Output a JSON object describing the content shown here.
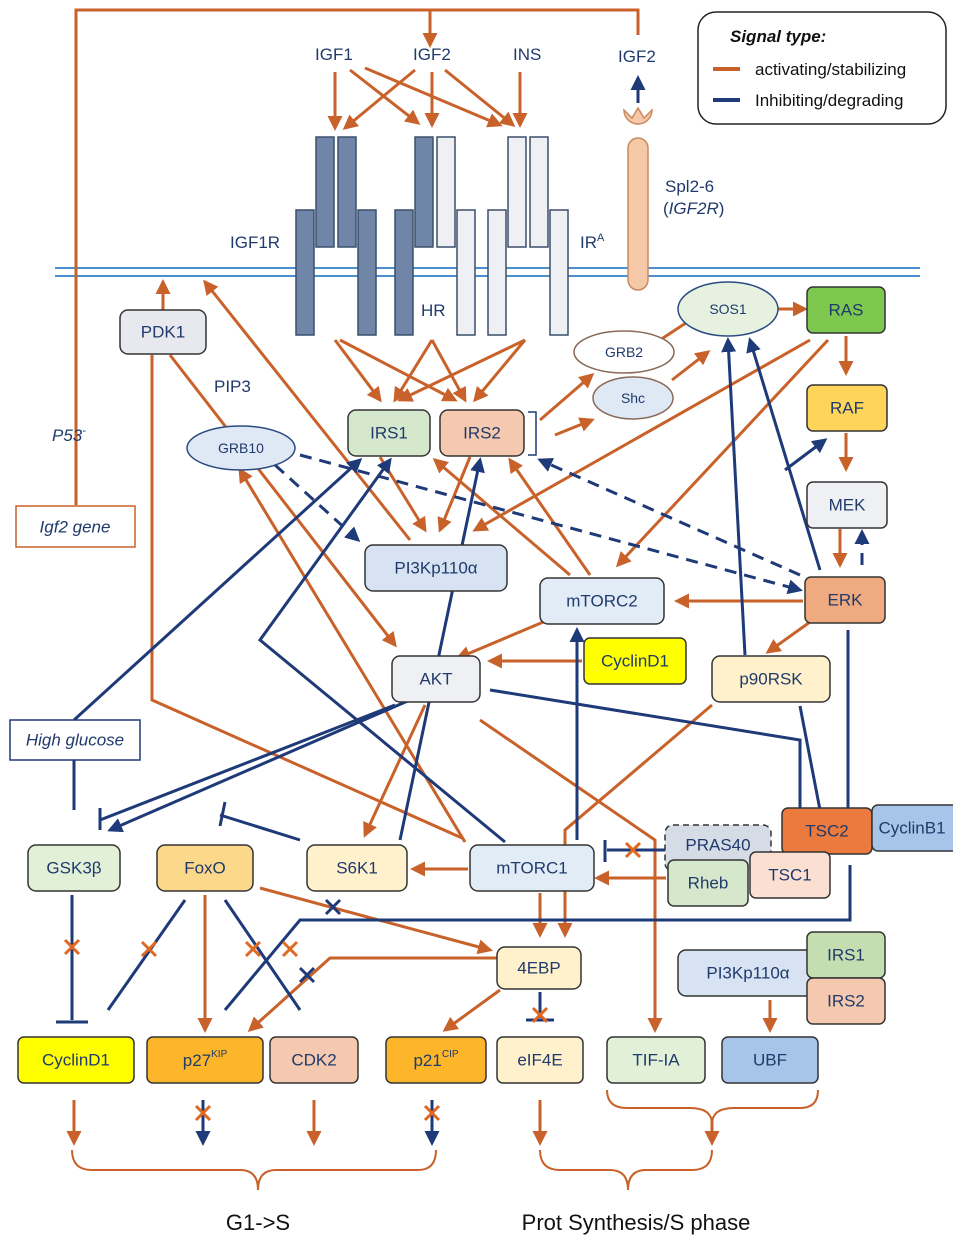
{
  "legend": {
    "title": "Signal type:",
    "activating_label": "activating/stabilizing",
    "inhibiting_label": "Inhibiting/degrading",
    "activating_color": "#c8622a",
    "inhibiting_color": "#1e3a78"
  },
  "ligands": {
    "igf1": "IGF1",
    "igf2": "IGF2",
    "ins": "INS",
    "igf2_free": "IGF2"
  },
  "receptors": {
    "igf1r": "IGF1R",
    "hr": "HR",
    "ir": "IR",
    "ir_sup": "A",
    "spl_line1": "Spl2-6",
    "spl_line2": "IGF2R"
  },
  "labels": {
    "p53": "P53",
    "p53_sup": "-",
    "igf2_gene": "Igf2 gene",
    "pip3": "PIP3",
    "high_glucose": "High glucose"
  },
  "nodes": {
    "pdk1": "PDK1",
    "irs1": "IRS1",
    "irs2": "IRS2",
    "grb10": "GRB10",
    "grb2": "GRB2",
    "shc": "Shc",
    "sos1": "SOS1",
    "ras": "RAS",
    "raf": "RAF",
    "mek": "MEK",
    "erk": "ERK",
    "pi3k": "PI3Kp110α",
    "mtorc2": "mTORC2",
    "cyclind1_mid": "CyclinD1",
    "akt": "AKT",
    "p90rsk": "p90RSK",
    "tsc2": "TSC2",
    "cyclinb1": "CyclinB1",
    "pras40": "PRAS40",
    "rheb": "Rheb",
    "tsc1": "TSC1",
    "gsk3b": "GSK3β",
    "foxo": "FoxO",
    "s6k1": "S6K1",
    "mtorc1": "mTORC1",
    "ebp4": "4EBP",
    "pi3k_bottom": "PI3Kp110α",
    "irs1_bottom": "IRS1",
    "irs2_bottom": "IRS2",
    "cyclind1": "CyclinD1",
    "p27": "p27",
    "p27_sup": "KIP",
    "cdk2": "CDK2",
    "p21": "p21",
    "p21_sup": "CIP",
    "eif4e": "eIF4E",
    "tifia": "TIF-IA",
    "ubf": "UBF"
  },
  "outcomes": {
    "g1s": "G1->S",
    "prot_synthesis": "Prot Synthesis/S phase"
  }
}
